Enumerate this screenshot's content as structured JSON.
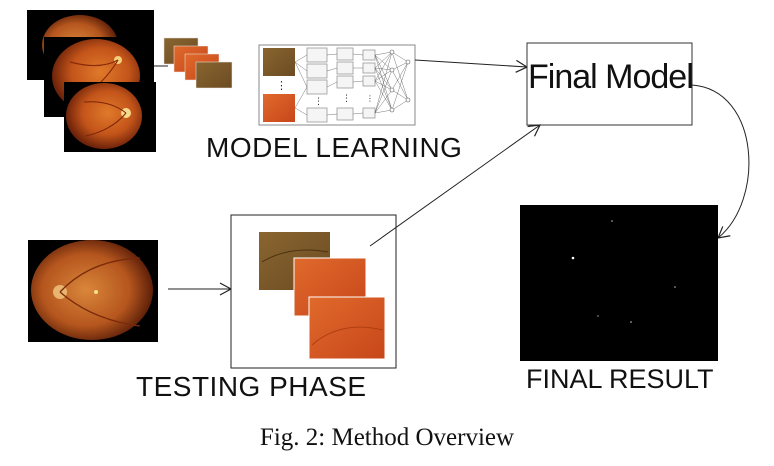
{
  "figure": {
    "caption": "Fig. 2: Method Overview"
  },
  "stages": {
    "model_learning": "MODEL LEARNING",
    "testing_phase": "TESTING PHASE",
    "final_model": "Final Model",
    "final_result": "FINAL RESULT"
  },
  "network": {
    "ellipsis": "⋮"
  },
  "colors": {
    "fundus_core": "#d2691e",
    "fundus_edge": "#7a2a08",
    "patch_brown": "#7b5a2a",
    "patch_orange": "#d55a22",
    "result_bg": "#000000"
  }
}
